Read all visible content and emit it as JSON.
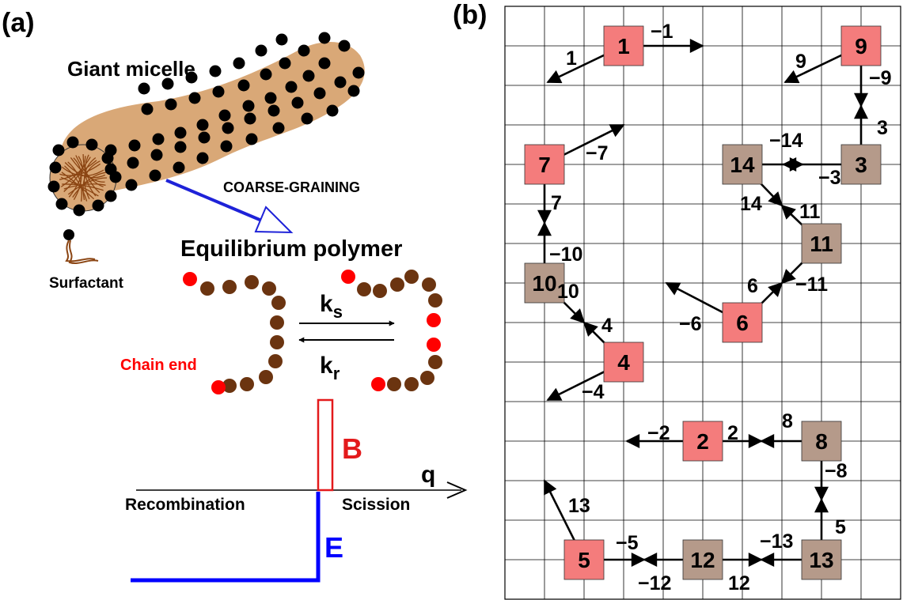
{
  "panel_a": {
    "label": "(a)",
    "giant_micelle_label": "Giant micelle",
    "coarse_graining_label": "COARSE-GRAINING",
    "surfactant_label": "Surfactant",
    "equilibrium_polymer_label": "Equilibrium polymer",
    "ks_main": "k",
    "ks_sub": "s",
    "kr_main": "k",
    "kr_sub": "r",
    "chain_end_label": "Chain end",
    "barrier_label": "B",
    "energy_label": "E",
    "q_label": "q",
    "recombination_label": "Recombination",
    "scission_label": "Scission",
    "colors": {
      "micelle_fill": "#D9A877",
      "surfactant_head": "#000000",
      "tail": "#8B4513",
      "bead": "#6B3410",
      "chain_end": "#FF0000",
      "barrier": "#E31A1C",
      "energy": "#0000FF",
      "arrow_blue": "#1E22D8"
    }
  },
  "panel_b": {
    "label": "(b)",
    "colors": {
      "chain_end_node": "#F47C7C",
      "interior_node": "#B59A8A",
      "grid": "#000000"
    },
    "nodes": [
      {
        "id": "1",
        "kind": "end"
      },
      {
        "id": "9",
        "kind": "end"
      },
      {
        "id": "7",
        "kind": "end"
      },
      {
        "id": "14",
        "kind": "interior"
      },
      {
        "id": "3",
        "kind": "interior"
      },
      {
        "id": "11",
        "kind": "interior"
      },
      {
        "id": "10",
        "kind": "interior"
      },
      {
        "id": "6",
        "kind": "end"
      },
      {
        "id": "4",
        "kind": "end"
      },
      {
        "id": "2",
        "kind": "end"
      },
      {
        "id": "8",
        "kind": "interior"
      },
      {
        "id": "5",
        "kind": "end"
      },
      {
        "id": "12",
        "kind": "interior"
      },
      {
        "id": "13",
        "kind": "interior"
      }
    ],
    "bond_labels": [
      "1",
      "−1",
      "9",
      "−9",
      "3",
      "−7",
      "−14",
      "14",
      "−3",
      "7",
      "11",
      "−10",
      "6",
      "−11",
      "10",
      "−6",
      "4",
      "−4",
      "−2",
      "2",
      "8",
      "−8",
      "5",
      "13",
      "−5",
      "−13",
      "−12",
      "12"
    ]
  }
}
